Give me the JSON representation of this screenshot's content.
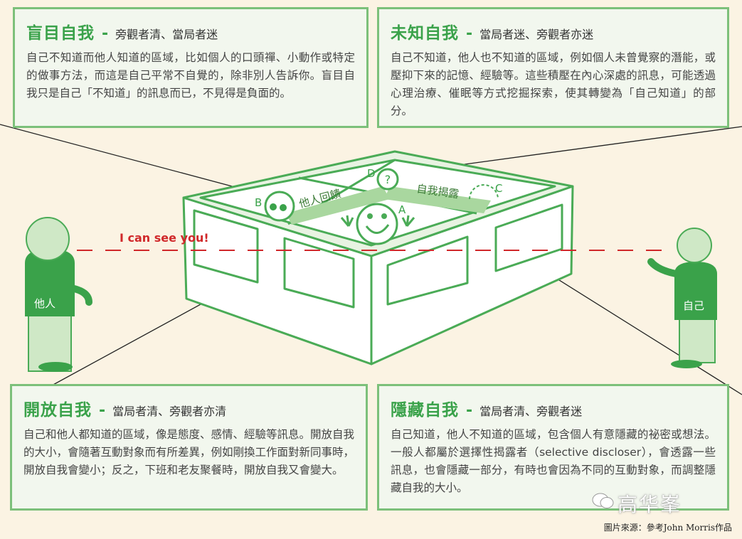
{
  "boxes": {
    "blind": {
      "title": "盲目自我",
      "dash": "-",
      "subtitle": "旁觀者清、當局者迷",
      "body": "自己不知道而他人知道的區域，比如個人的口頭禪、小動作或特定的做事方法，而這是自己平常不自覺的，除非別人告訴你。盲目自我只是自己「不知道」的訊息而已，不見得是負面的。"
    },
    "unknown": {
      "title": "未知自我",
      "dash": "-",
      "subtitle": "當局者迷、旁觀者亦迷",
      "body": "自己不知道，他人也不知道的區域，例如個人未曾覺察的潛能，或壓抑下來的記憶、經驗等。這些積壓在內心深處的訊息，可能透過心理治療、催眠等方式挖掘探索，使其轉變為「自己知道」的部分。"
    },
    "open": {
      "title": "開放自我",
      "dash": "-",
      "subtitle": "當局者清、旁觀者亦清",
      "body": "自己和他人都知道的區域，像是態度、感情、經驗等訊息。開放自我的大小，會隨著互動對象而有所差異，例如剛換工作面對新同事時，開放自我會變小；反之，下班和老友聚餐時，開放自我又會變大。"
    },
    "hidden": {
      "title": "隱藏自我",
      "dash": "-",
      "subtitle": "當局者清、旁觀者迷",
      "body": "自己知道，他人不知道的區域，包含個人有意隱藏的祕密或想法。一般人都屬於選擇性揭露者（selective discloser），會透露一些訊息，也會隱藏一部分，有時也會因為不同的互動對象，而調整隱藏自我的大小。"
    }
  },
  "diagram": {
    "label_a": "A",
    "label_b": "B",
    "label_c": "C",
    "label_d": "D",
    "label_feedback": "他人回饋",
    "label_disclosure": "自我揭露",
    "label_see": "I can see you!",
    "label_others": "他人",
    "label_self": "自己"
  },
  "credit": "圖片來源：參考John Morris作品",
  "watermark": "高华峯",
  "colors": {
    "green": "#3aa24a",
    "light_green": "#cfe8c6",
    "red": "#d0282a",
    "background": "#fbf3e3"
  }
}
